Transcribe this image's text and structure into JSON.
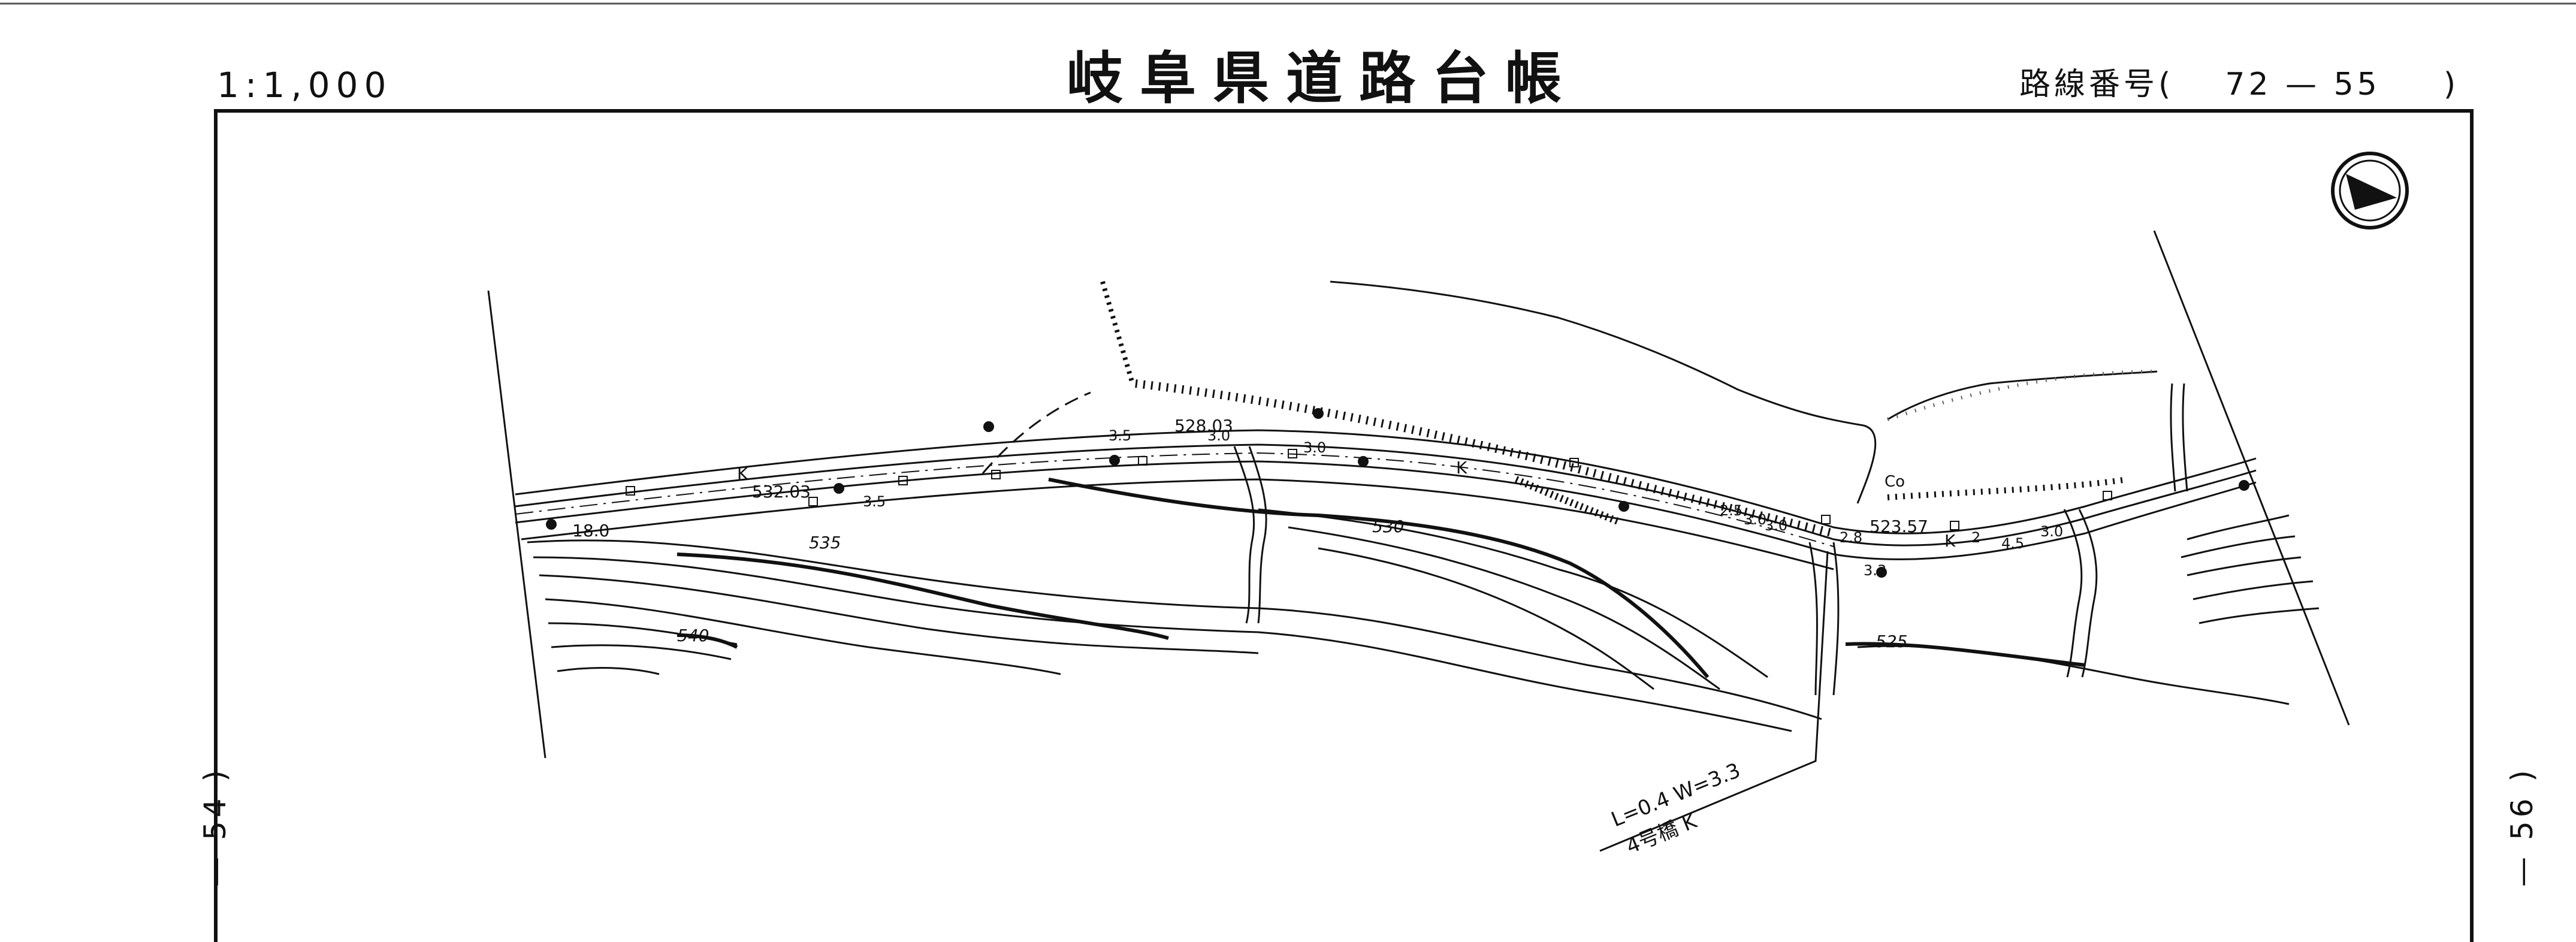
{
  "header": {
    "title": "岐阜県道路台帳",
    "scale": "1:1,000",
    "route_label": "路線番号(",
    "route_number": "72 — 55",
    "route_close": ")"
  },
  "neighbors": {
    "left": "— 54 )",
    "right": "— 56 )"
  },
  "map": {
    "elevations": [
      "532.03",
      "528.03",
      "523.57",
      "18.0"
    ],
    "contours": [
      "535",
      "540",
      "530",
      "525"
    ],
    "widths": [
      "3.5",
      "3.5",
      "3.0",
      "3.0",
      "3.0",
      "2.5",
      "3.0",
      "2.8",
      "3.3",
      "2",
      "4.5",
      "3.0"
    ],
    "pavement_mark": "K",
    "bridge_label": "L=0.4  W=3.3",
    "bridge_name": "4号橋  K",
    "culvert_mark": "Co",
    "north_arrow": "north-arrow-icon"
  }
}
